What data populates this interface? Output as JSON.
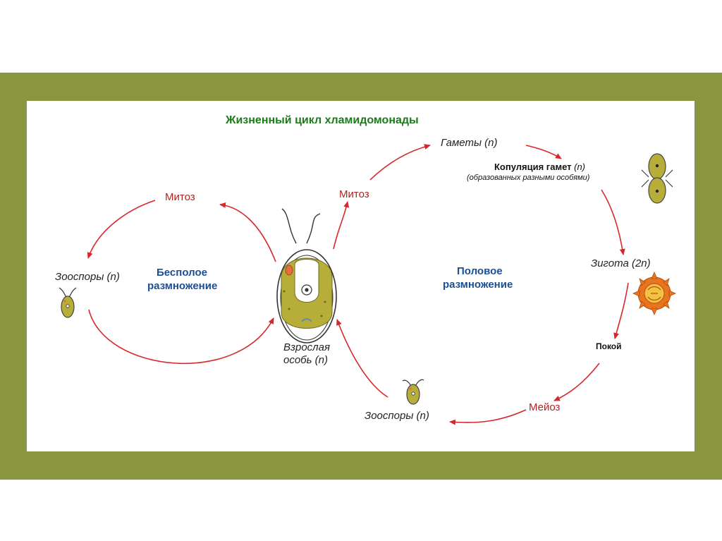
{
  "title": "Жизненный цикл хламидомонады",
  "labels": {
    "mitosis_left": "Митоз",
    "mitosis_right": "Митоз",
    "zoospores_left": "Зооспоры (n)",
    "zoospores_bottom": "Зооспоры (n)",
    "gametes": "Гаметы (n)",
    "copulation": "Копуляция гамет",
    "copulation_ploidy": "(n)",
    "copulation_note": "(образованных разными особями)",
    "zygote": "Зигота (2n)",
    "rest": "Покой",
    "meiosis": "Мейоз",
    "adult_line1": "Взрослая",
    "adult_line2": "особь (n)",
    "asexual_line1": "Бесполое",
    "asexual_line2": "размножение",
    "sexual_line1": "Половое",
    "sexual_line2": "размножение"
  },
  "colors": {
    "frame": "#8a9540",
    "arrows": "#d8262a",
    "cell_fill": "#b7ae3a",
    "title": "#1c7a1c",
    "section": "#1a4f96"
  },
  "icons": [
    "adult-cell-icon",
    "zoospore-icon",
    "gamete-pair-icon",
    "zygote-icon"
  ]
}
